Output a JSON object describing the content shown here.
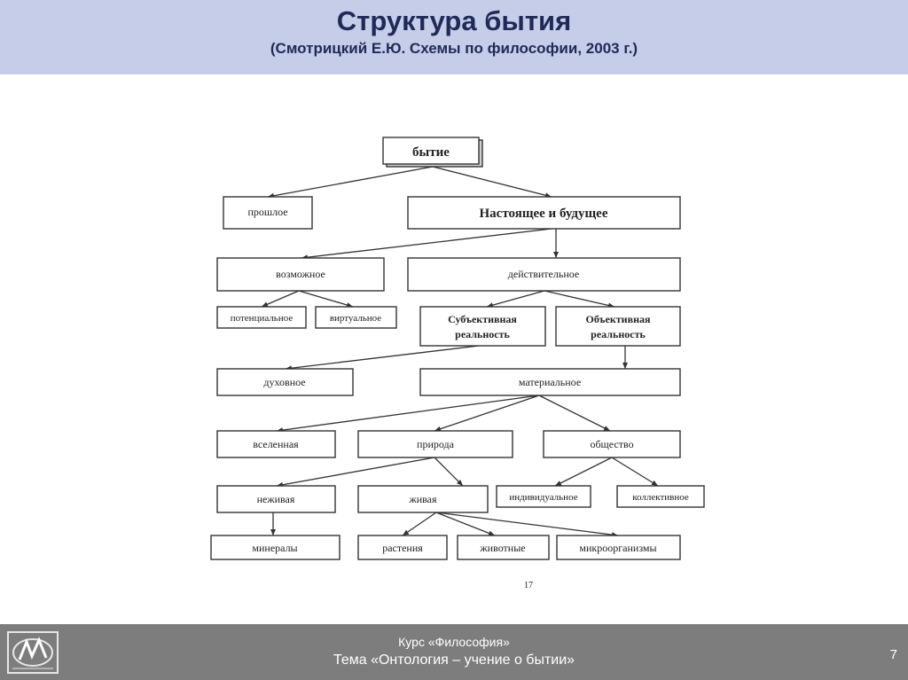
{
  "header": {
    "title": "Структура бытия",
    "subtitle": "(Смотрицкий Е.Ю. Схемы по философии, 2003 г.)"
  },
  "diagram": {
    "nodes": {
      "bytie": "бытие",
      "proshloe": "прошлое",
      "nastoyaschee": "Настоящее и будущее",
      "vozmozhnoe": "возможное",
      "deystvitelnoe": "действительное",
      "potentsialnoe": "потенциальное",
      "virtualnoe": "виртуальное",
      "subj_line1": "Субъективная",
      "subj_line2": "реальность",
      "obj_line1": "Объективная",
      "obj_line2": "реальность",
      "duhovnoe": "духовное",
      "materialnoe": "материальное",
      "vselennaya": "вселенная",
      "priroda": "природа",
      "obschestvo": "общество",
      "nezhivaya": "неживая",
      "zhivaya": "живая",
      "individualnoe": "индивидуальное",
      "kollektivnoe": "коллективное",
      "mineraly": "минералы",
      "rasteniya": "растения",
      "zhivotnye": "животные",
      "mikroorganizmy": "микроорганизмы"
    },
    "page_ref": "17"
  },
  "footer": {
    "course": "Курс «Философия»",
    "topic": "Тема «Онтология – учение о бытии»",
    "page_number": "7"
  }
}
